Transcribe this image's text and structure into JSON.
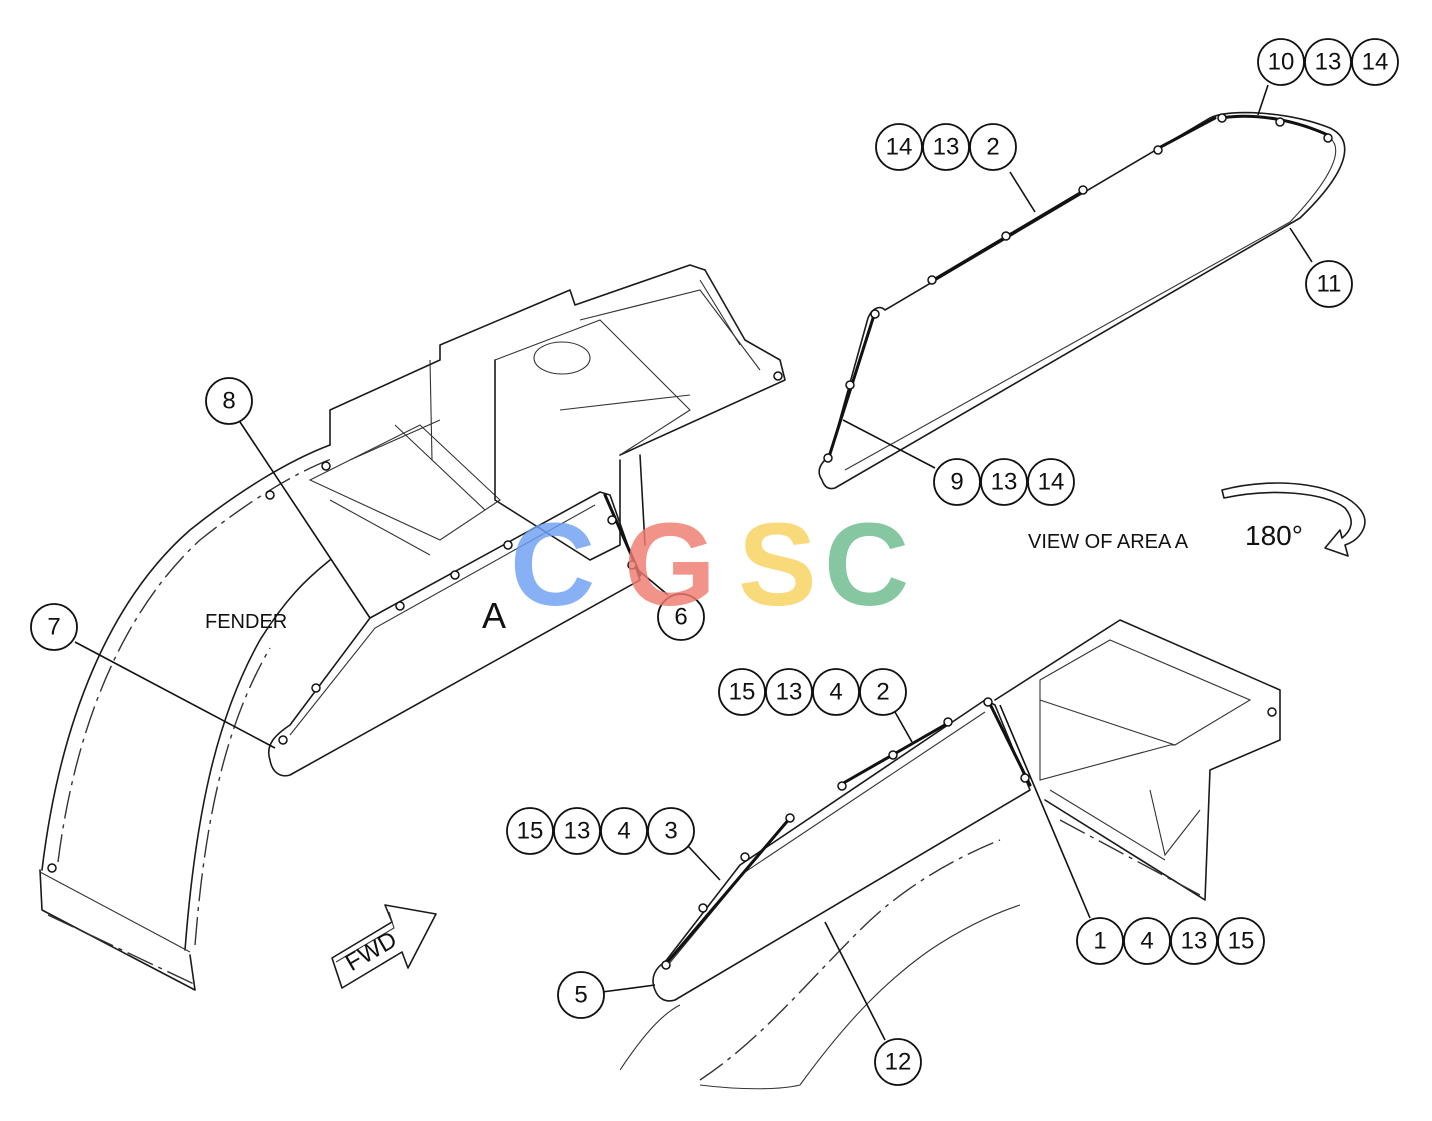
{
  "labels": {
    "fender": "FENDER",
    "area": "A",
    "view": "VIEW OF AREA A",
    "rotation": "180°",
    "fwd": "FWD"
  },
  "watermark": {
    "letters": [
      "C",
      "G",
      "S",
      "C"
    ],
    "colors": [
      "#6fa0f4",
      "#ee7c6f",
      "#f8d35f",
      "#6cbb8e"
    ]
  },
  "callouts": [
    {
      "id": "c-10a",
      "text": "10"
    },
    {
      "id": "c-13a",
      "text": "13"
    },
    {
      "id": "c-14a",
      "text": "14"
    },
    {
      "id": "c-14b",
      "text": "14"
    },
    {
      "id": "c-13b",
      "text": "13"
    },
    {
      "id": "c-2a",
      "text": "2"
    },
    {
      "id": "c-11",
      "text": "11"
    },
    {
      "id": "c-9",
      "text": "9"
    },
    {
      "id": "c-13c",
      "text": "13"
    },
    {
      "id": "c-14c",
      "text": "14"
    },
    {
      "id": "c-8",
      "text": "8"
    },
    {
      "id": "c-7",
      "text": "7"
    },
    {
      "id": "c-6",
      "text": "6"
    },
    {
      "id": "c-15a",
      "text": "15"
    },
    {
      "id": "c-13d",
      "text": "13"
    },
    {
      "id": "c-4a",
      "text": "4"
    },
    {
      "id": "c-2b",
      "text": "2"
    },
    {
      "id": "c-15b",
      "text": "15"
    },
    {
      "id": "c-13e",
      "text": "13"
    },
    {
      "id": "c-4b",
      "text": "4"
    },
    {
      "id": "c-3",
      "text": "3"
    },
    {
      "id": "c-5",
      "text": "5"
    },
    {
      "id": "c-1",
      "text": "1"
    },
    {
      "id": "c-4c",
      "text": "4"
    },
    {
      "id": "c-13f",
      "text": "13"
    },
    {
      "id": "c-15c",
      "text": "15"
    },
    {
      "id": "c-12",
      "text": "12"
    }
  ]
}
